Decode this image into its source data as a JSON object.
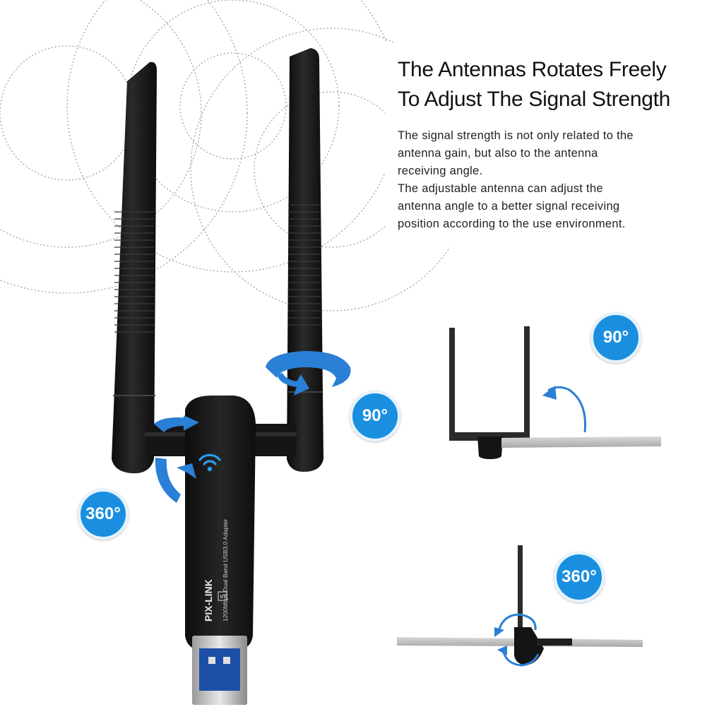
{
  "headline": {
    "line1": "The Antennas Rotates Freely",
    "line2": "To Adjust The Signal Strength"
  },
  "description": {
    "lines": [
      "The signal strength is not only related to the",
      "antenna gain, but also to the antenna",
      "receiving angle.",
      "The adjustable antenna can adjust the",
      "antenna angle to a better signal receiving",
      "position according to the use environment."
    ]
  },
  "badges": {
    "product_rotate": "90°",
    "product_swivel": "360°",
    "diagram_rotate": "90°",
    "diagram_swivel": "360°"
  },
  "device": {
    "brand": "PIX-LINK",
    "model_text": "1200Mbps Dual Band USB3.0 Adapter",
    "wifi_badge": "5"
  },
  "colors": {
    "badge_blue": "#1a8fe0",
    "arrow_blue": "#2a7fd6",
    "device_black": "#161616"
  },
  "icons": [
    "wifi-icon",
    "rotate-arrow-icon"
  ]
}
